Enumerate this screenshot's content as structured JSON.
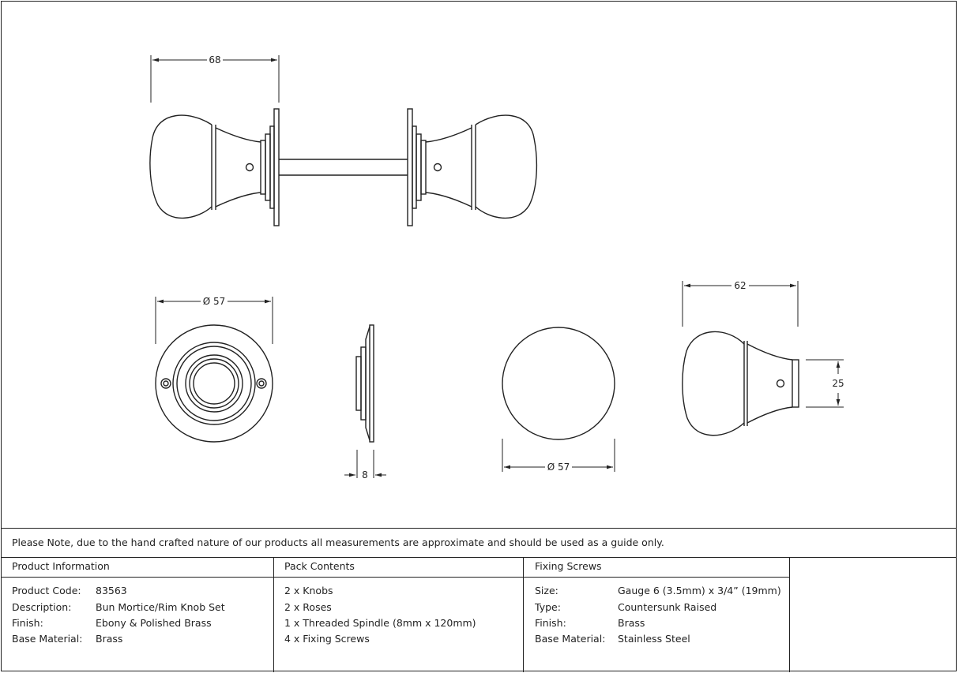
{
  "drawing": {
    "dims": {
      "knob_length": "68",
      "rose_diameter": "Ø 57",
      "rose_thickness": "8",
      "knob_diameter": "Ø 57",
      "knob_projection": "62",
      "neck_diameter": "25"
    }
  },
  "note": "Please Note, due to the hand crafted nature of our products all measurements are approximate and should be used as a guide only.",
  "product_info": {
    "title": "Product Information",
    "rows": [
      {
        "label": "Product Code:",
        "value": "83563"
      },
      {
        "label": "Description:",
        "value": "Bun Mortice/Rim Knob Set"
      },
      {
        "label": "Finish:",
        "value": "Ebony & Polished Brass"
      },
      {
        "label": "Base Material:",
        "value": "Brass"
      }
    ]
  },
  "pack_contents": {
    "title": "Pack Contents",
    "items": [
      "2 x Knobs",
      "2 x Roses",
      "1 x Threaded Spindle (8mm x 120mm)",
      "4 x Fixing Screws"
    ]
  },
  "fixing_screws": {
    "title": "Fixing Screws",
    "rows": [
      {
        "label": "Size:",
        "value": "Gauge 6 (3.5mm) x 3/4” (19mm)"
      },
      {
        "label": "Type:",
        "value": "Countersunk Raised"
      },
      {
        "label": "Finish:",
        "value": "Brass"
      },
      {
        "label": "Base Material:",
        "value": "Stainless Steel"
      }
    ]
  }
}
